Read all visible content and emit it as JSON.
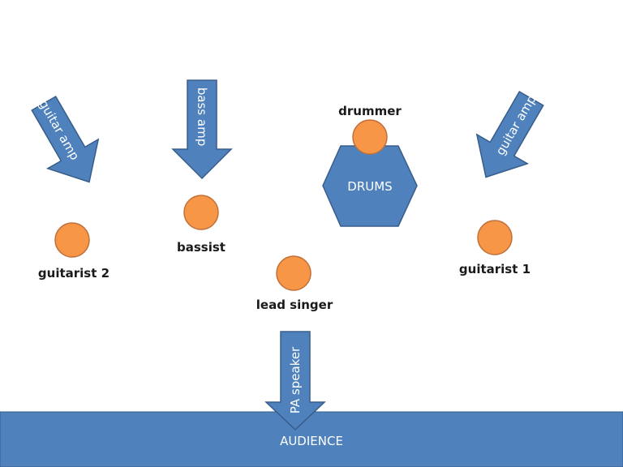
{
  "colors": {
    "arrow_fill": "#4F81BD",
    "arrow_stroke": "#385D8A",
    "person_fill": "#F79646",
    "person_stroke": "#C0703A",
    "audience_fill": "#4F81BD",
    "text_dark": "#1a1a1a",
    "text_light": "#ffffff"
  },
  "people": {
    "drummer": "drummer",
    "bassist": "bassist",
    "guitarist_1": "guitarist 1",
    "guitarist_2": "guitarist 2",
    "lead_singer": "lead singer"
  },
  "equipment": {
    "guitar_amp_left": "guitar amp",
    "bass_amp": "bass amp",
    "guitar_amp_right": "guitar amp",
    "pa_speaker": "PA speaker",
    "drums": "DRUMS"
  },
  "audience": "AUDIENCE",
  "icons": {
    "person": "person-circle-icon",
    "amp": "arrow-icon"
  }
}
